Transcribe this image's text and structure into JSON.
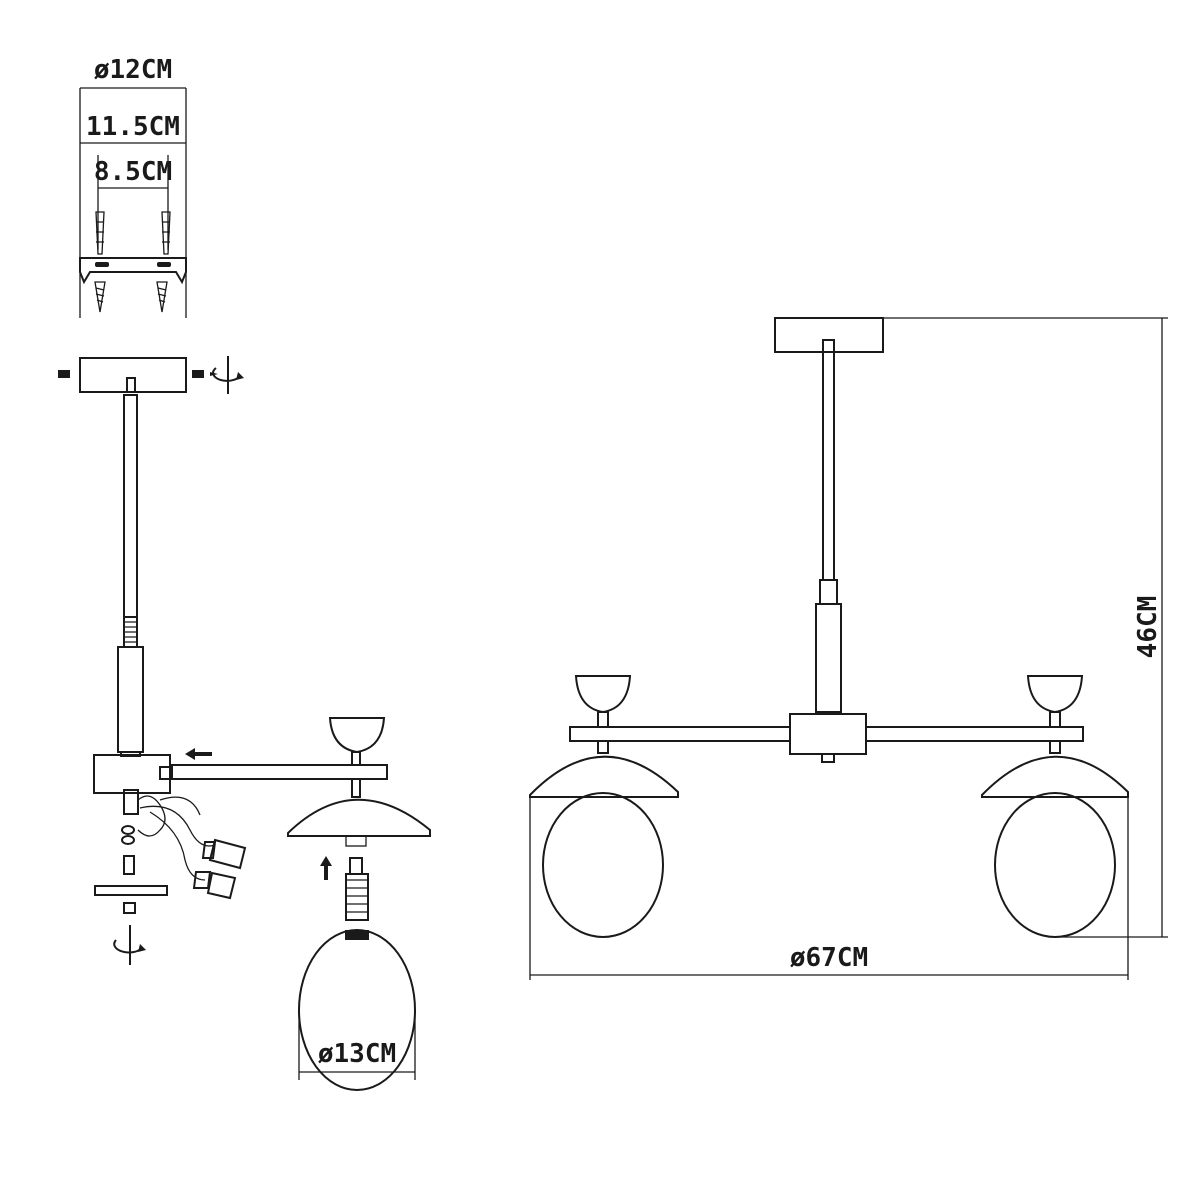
{
  "dimensions": {
    "canopy_diameter": "ø12CM",
    "bracket_outer": "11.5CM",
    "bracket_inner": "8.5CM",
    "shade_diameter": "ø13CM",
    "total_width": "ø67CM",
    "total_height": "46CM"
  },
  "icons": [
    "rotate-icon",
    "arrow-icon",
    "screw-icon",
    "wall-plug-icon",
    "bulb-icon",
    "wire-connector-icon"
  ]
}
